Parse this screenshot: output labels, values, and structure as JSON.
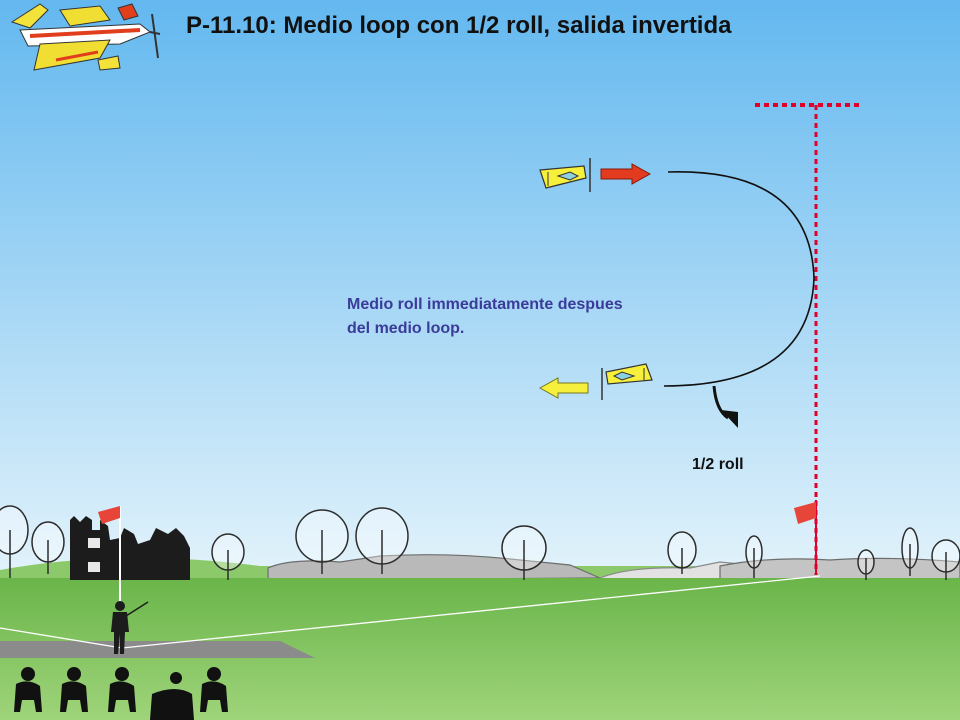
{
  "title": "P-11.10: Medio loop con 1/2 roll, salida invertida",
  "note_line1": "Medio roll immediatamente despues",
  "note_line2": "del medio loop.",
  "roll_label": "1/2 roll",
  "colors": {
    "sky_top": "#63b8ef",
    "sky_bottom": "#e3f3fb",
    "grass": "#7cc35a",
    "entry_arrow": "#e33b1f",
    "exit_arrow": "#f6ef3c",
    "reference_line": "#e0002a",
    "title_text": "#111111",
    "note_text": "#3b3b9a"
  }
}
